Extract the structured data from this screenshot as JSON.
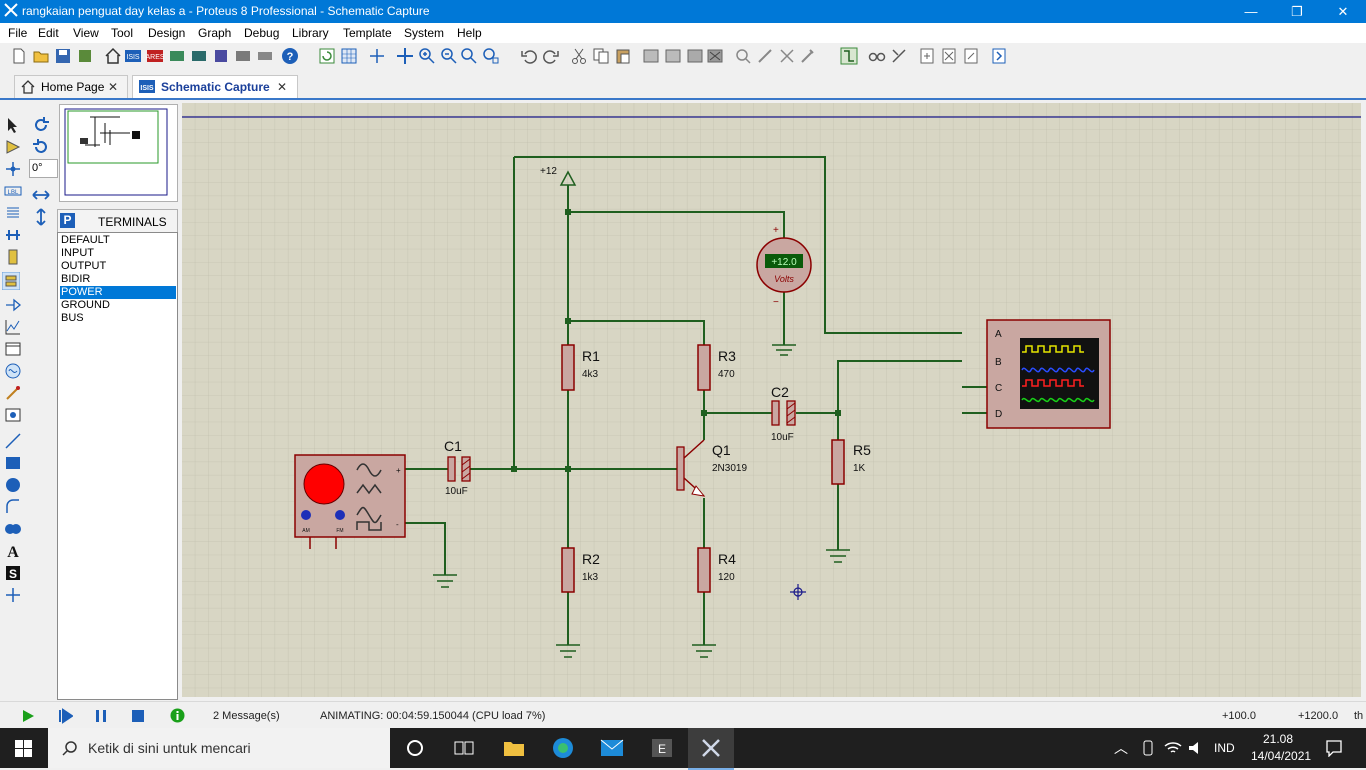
{
  "window": {
    "title": "rangkaian penguat day kelas a - Proteus 8 Professional - Schematic Capture",
    "minimize": "—",
    "maximize": "❐",
    "close": "✕"
  },
  "menu": [
    "File",
    "Edit",
    "View",
    "Tool",
    "Design",
    "Graph",
    "Debug",
    "Library",
    "Template",
    "System",
    "Help"
  ],
  "tabs": [
    {
      "label": "Home Page",
      "close": "✕"
    },
    {
      "label": "Schematic Capture",
      "close": "✕"
    }
  ],
  "left_panel": {
    "rotation": "0°",
    "mode_badge": "P",
    "header": "TERMINALS",
    "items": [
      "DEFAULT",
      "INPUT",
      "OUTPUT",
      "BIDIR",
      "POWER",
      "GROUND",
      "BUS"
    ],
    "selected": "POWER"
  },
  "schematic": {
    "power_label": "+12",
    "meter_value": "+12.0",
    "meter_unit": "Volts",
    "meter_plus": "+",
    "meter_minus": "−",
    "components": [
      {
        "ref": "R1",
        "value": "4k3"
      },
      {
        "ref": "R2",
        "value": "1k3"
      },
      {
        "ref": "R3",
        "value": "470"
      },
      {
        "ref": "R4",
        "value": "120"
      },
      {
        "ref": "R5",
        "value": "1K"
      },
      {
        "ref": "C1",
        "value": "10uF"
      },
      {
        "ref": "C2",
        "value": "10uF"
      },
      {
        "ref": "Q1",
        "value": "2N3019"
      }
    ],
    "scope_channels": [
      "A",
      "B",
      "C",
      "D"
    ],
    "scope_colors": [
      "#e6e600",
      "#2a4dff",
      "#ff2020",
      "#18d018"
    ],
    "gen_labels": {
      "plus": "+",
      "minus": "-",
      "am": "AM",
      "fm": "FM"
    }
  },
  "statusbar": {
    "messages": "2 Message(s)",
    "animating": "ANIMATING: 00:04:59.150044 (CPU load 7%)",
    "coord_x": "+100.0",
    "coord_y": "+1200.0",
    "unit": "th"
  },
  "taskbar": {
    "search_placeholder": "Ketik di sini untuk mencari",
    "lang": "IND",
    "time": "21.08",
    "date": "14/04/2021"
  },
  "colors": {
    "accent": "#0078d7",
    "wire": "#1f5f1f",
    "component_fill": "#c9a7a1",
    "component_stroke": "#8b0000",
    "canvas_bg": "#d8d6c4",
    "grid": "#bcbaa8"
  }
}
